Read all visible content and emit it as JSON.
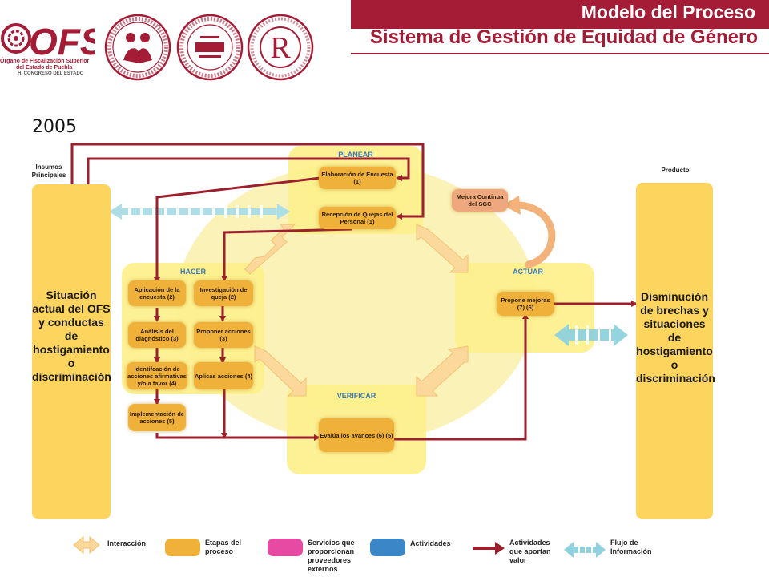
{
  "header": {
    "title": "Modelo del Proceso",
    "subtitle": "Sistema de Gestión de Equidad de Género",
    "org_name_line1": "Órgano de Fiscalización Superior",
    "org_name_line2": "del Estado de Puebla",
    "org_name_line3": "H. CONGRESO DEL ESTADO",
    "logo_text": "OFS",
    "seal_r": "R",
    "brand_color": "#a51c36"
  },
  "year": "2005",
  "inputs": {
    "label": "Insumos Principales",
    "text": "Situación actual del OFS y conductas de hostigamiento o discriminación"
  },
  "product": {
    "label": "Producto",
    "text": "Disminución de brechas y situaciones de hostigamiento o discriminación"
  },
  "stages": {
    "planear": "PLANEAR",
    "hacer": "HACER",
    "actuar": "ACTUAR",
    "verificar": "VERIFICAR"
  },
  "activities": {
    "elaboracion": "Elaboración de Encuesta (1)",
    "recepcion": "Recepción de Quejas del Personal (1)",
    "mejora_continua": "Mejora Continua del SGC",
    "aplicacion": "Aplicación de la encuesta (2)",
    "investigacion": "Investigación de queja (2)",
    "analisis": "Análisis del diagnóstico (3)",
    "proponer_acciones": "Proponer acciones (3)",
    "identificacion": "Identifcación de acciones afirmativas y/o a favor (4)",
    "aplicas": "Aplicas acciones (4)",
    "implementacion": "Implementación de acciones (5)",
    "propone": "Propone mejoras (7) (6)",
    "evalua": "Evalúa los avances (6) (5)"
  },
  "legend": {
    "interaccion": "Interacción",
    "etapas": "Etapas del proceso",
    "servicios": "Servicios que proporcionan proveedores externos",
    "actividades": "Actividades",
    "valor": "Actividades que aportan valor",
    "flujo": "Flujo de Información"
  },
  "colors": {
    "stage_fill": "#fdf08c",
    "activity_fill": "#f0b13a",
    "value_arrow": "#9b1f2c",
    "info_arrow": "#8fd2de",
    "services": "#e64aa3",
    "activities_legend": "#3b86c6",
    "stage_title": "#2a6fb5"
  }
}
